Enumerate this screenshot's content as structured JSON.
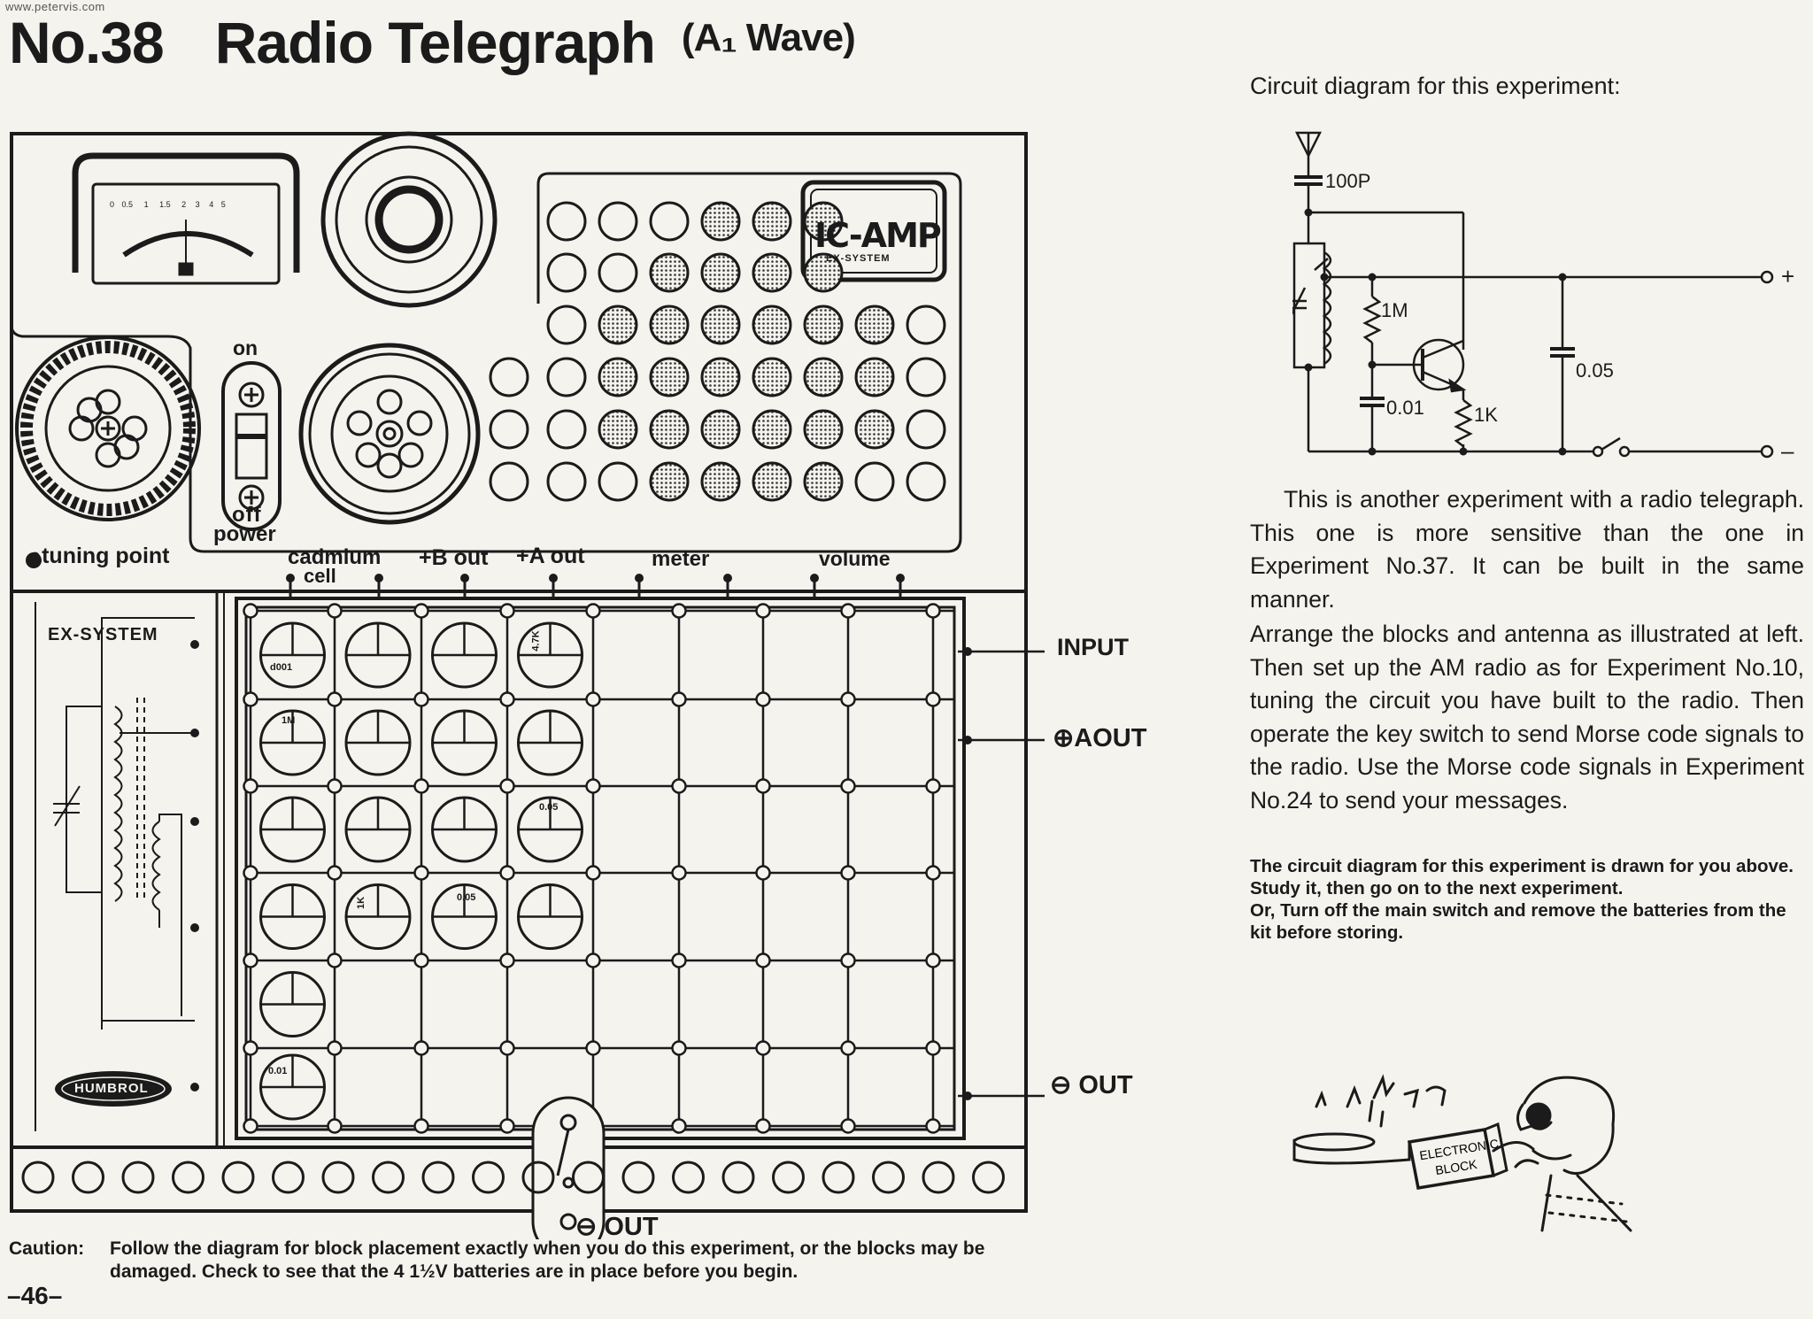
{
  "site": "www.petervis.com",
  "heading": {
    "number": "No.38",
    "name": "Radio Telegraph",
    "sub": "(A₁ Wave)"
  },
  "board": {
    "meter_scale": [
      "0",
      "0.5",
      "1",
      "1.5",
      "2",
      "3",
      "4",
      "5"
    ],
    "meter_badge": "⬚",
    "switch_on": "on",
    "switch_off": "off",
    "switch_power": "power",
    "tuning_point": "●tuning point",
    "ic_amp_title": "IC-AMP",
    "ic_amp_sub": "EX-SYSTEM",
    "ex_system": "EX-SYSTEM",
    "brand": "HUMBROL",
    "terminals": [
      "cadmium",
      "cell",
      "+B out",
      "+A out",
      "meter",
      "volume"
    ],
    "side_labels": [
      "INPUT",
      "⊕AOUT",
      "⊖ OUT"
    ],
    "bottom_label": "⊖ OUT",
    "block_values": [
      "d001",
      "4.7K",
      "1M",
      "0.05",
      "1K",
      "0.05",
      "0.01"
    ]
  },
  "circuit": {
    "caption": "Circuit diagram for this experiment:",
    "labels": [
      "100P",
      "1M",
      "0.05",
      "0.01",
      "1K",
      "+",
      "–"
    ]
  },
  "text": {
    "p1": "This is another experiment with a radio telegraph. This one is more sensitive than the one in Experiment No.37. It can be built in the same manner.",
    "p2": "Arrange the blocks and antenna as illustrated at left. Then set up the AM radio as for Experiment No.10, tuning the circuit you have built to the radio. Then operate the key switch to send Morse code signals to the radio. Use the Morse code signals in Experiment No.24 to send your messages.",
    "n1": "The circuit diagram for this experiment is drawn for you above. Study it, then go on to the next experiment.",
    "n2": "Or, Turn off the main switch and remove the batteries from the kit before storing."
  },
  "cartoon": {
    "block_line1": "ELECTRONIC",
    "block_line2": "BLOCK"
  },
  "caution": {
    "key": "Caution:",
    "text": "Follow the diagram for block placement exactly when you do this experiment, or the blocks may be damaged. Check to see that the 4 1½V batteries are in place before you begin."
  },
  "page_number": "–46–"
}
